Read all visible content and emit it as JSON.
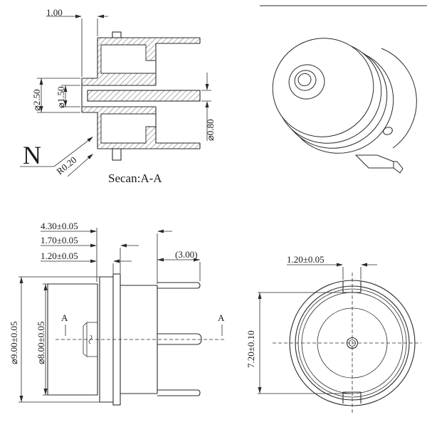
{
  "colors": {
    "line": "#2a2a2a",
    "background": "#ffffff"
  },
  "section_view": {
    "caption": "Secan:A-A",
    "surface_mark": "N",
    "dim_nozzle_protrusion": "1.00",
    "dim_nozzle_outer_dia": "⌀2.50",
    "dim_nozzle_hole_dia": "⌀1.50",
    "dim_pin_dia": "⌀0.80",
    "dim_corner_radius": "R0.20"
  },
  "side_view": {
    "dim_total_length": "4.30±0.05",
    "dim_flange_back": "1.70±0.05",
    "dim_flange_front": "1.20±0.05",
    "dim_pin_length": "(3.00)",
    "dim_body_dia": "⌀9.00±0.05",
    "dim_front_dia": "⌀8.00±0.05",
    "section_marker_left": "A",
    "section_marker_right": "A"
  },
  "front_view": {
    "dim_tab_width": "1.20±0.05",
    "dim_inner_dia": "7.20±0.10"
  }
}
